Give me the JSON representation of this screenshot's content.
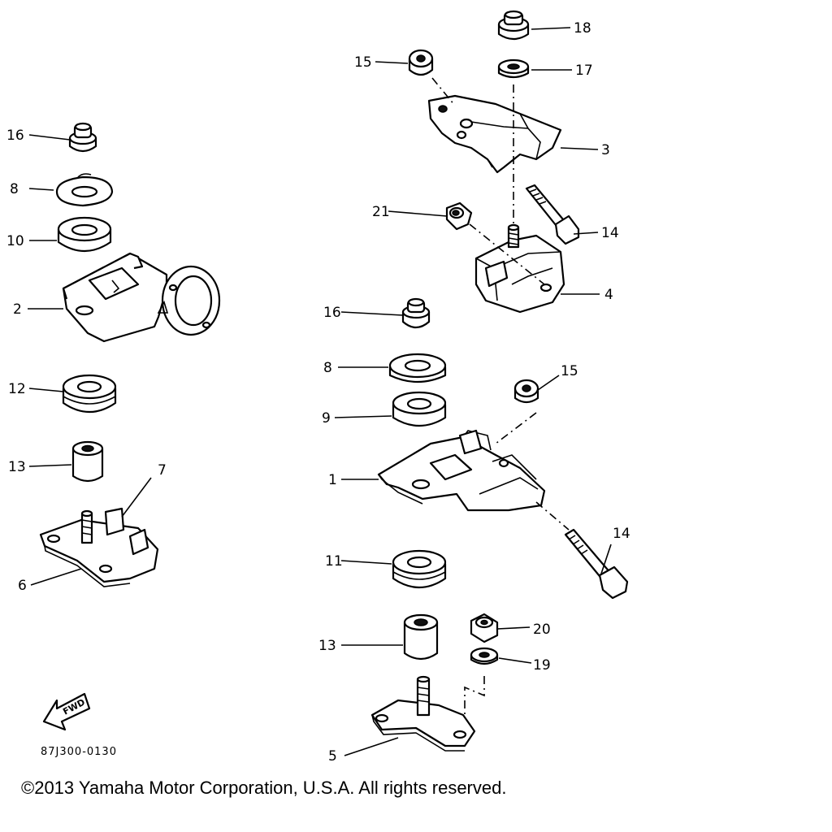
{
  "diagram": {
    "callouts": [
      "1",
      "2",
      "3",
      "4",
      "5",
      "6",
      "7",
      "8",
      "8",
      "9",
      "10",
      "11",
      "12",
      "13",
      "13",
      "14",
      "14",
      "15",
      "15",
      "16",
      "16",
      "17",
      "18",
      "19",
      "20",
      "21"
    ],
    "fwd_label": "FWD",
    "ref_code": "87J300-0130"
  },
  "footer": {
    "copyright": "©2013 Yamaha Motor Corporation, U.S.A. All rights reserved."
  }
}
